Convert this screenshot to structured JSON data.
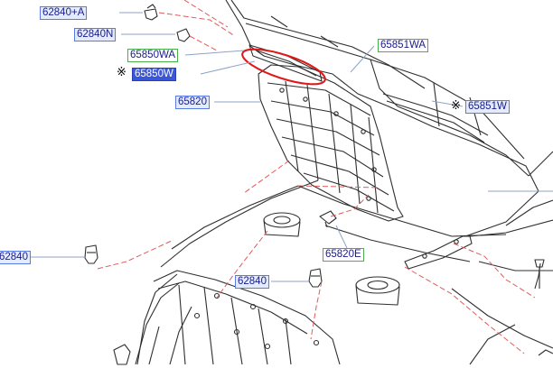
{
  "diagram": {
    "parts": [
      {
        "id": "p1",
        "label": "62840+A"
      },
      {
        "id": "p2",
        "label": "62840N"
      },
      {
        "id": "p3",
        "label": "65850WA"
      },
      {
        "id": "p4",
        "label": "65850W",
        "marker": "※"
      },
      {
        "id": "p5",
        "label": "65820"
      },
      {
        "id": "p6",
        "label": "65851WA"
      },
      {
        "id": "p7",
        "label": "65851W",
        "marker": "※"
      },
      {
        "id": "p8",
        "label": "62840"
      },
      {
        "id": "p9",
        "label": "62840"
      },
      {
        "id": "p10",
        "label": "65820E"
      }
    ],
    "colors": {
      "line": "#2f2f2f",
      "phantom": "#e05a5a",
      "leader": "#8da3c8",
      "highlight_oval": "#e01818",
      "callout_fill": "#e3ecff",
      "callout_text": "#1a1a8c",
      "callout_selected": "#3b57d6"
    }
  }
}
